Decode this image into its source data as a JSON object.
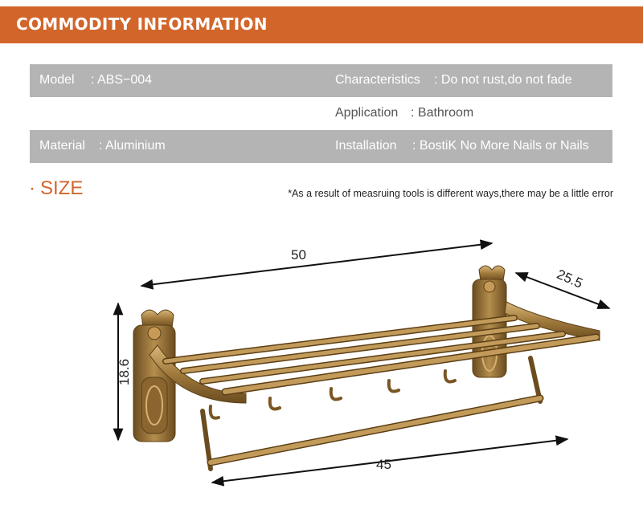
{
  "header": {
    "title": "COMMODITY INFORMATION"
  },
  "specs": {
    "model_label": "Model",
    "model_value": ": ABS−004",
    "characteristics_label": "Characteristics",
    "characteristics_value": ": Do not rust,do not fade",
    "application_label": "Application",
    "application_value": ": Bathroom",
    "material_label": "Material",
    "material_value": ": Aluminium",
    "installation_label": "Installation",
    "installation_value": ": BostiK No More Nails or Nails"
  },
  "size_section": {
    "bullet": "·",
    "title": "SIZE",
    "note": "*As a result of measruing tools is different ways,there may be a little error"
  },
  "dimensions": {
    "length_top": "50",
    "depth": "25.5",
    "height": "18.6",
    "length_bottom": "45"
  },
  "colors": {
    "accent": "#d2652a",
    "table_gray": "#b4b4b4",
    "bronze": "#a07a3c"
  }
}
